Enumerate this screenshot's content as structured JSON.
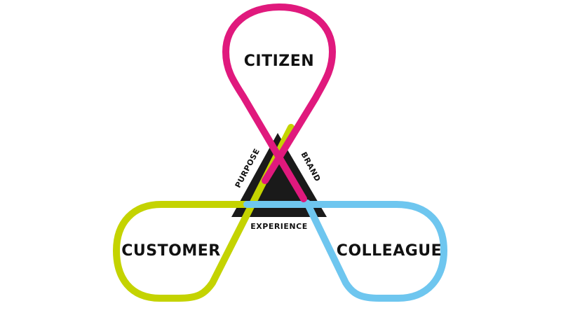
{
  "diagram": {
    "nodes": {
      "citizen": "CITIZEN",
      "customer": "CUSTOMER",
      "colleague": "COLLEAGUE"
    },
    "triangle_labels": {
      "purpose": "PURPOSE",
      "brand": "BRAND",
      "experience": "EXPERIENCE"
    },
    "colors": {
      "citizen_loop": "#e0197d",
      "customer_loop": "#c4d300",
      "colleague_loop": "#6ec6ef",
      "triangle": "#1a1a1a",
      "text": "#111111"
    }
  }
}
